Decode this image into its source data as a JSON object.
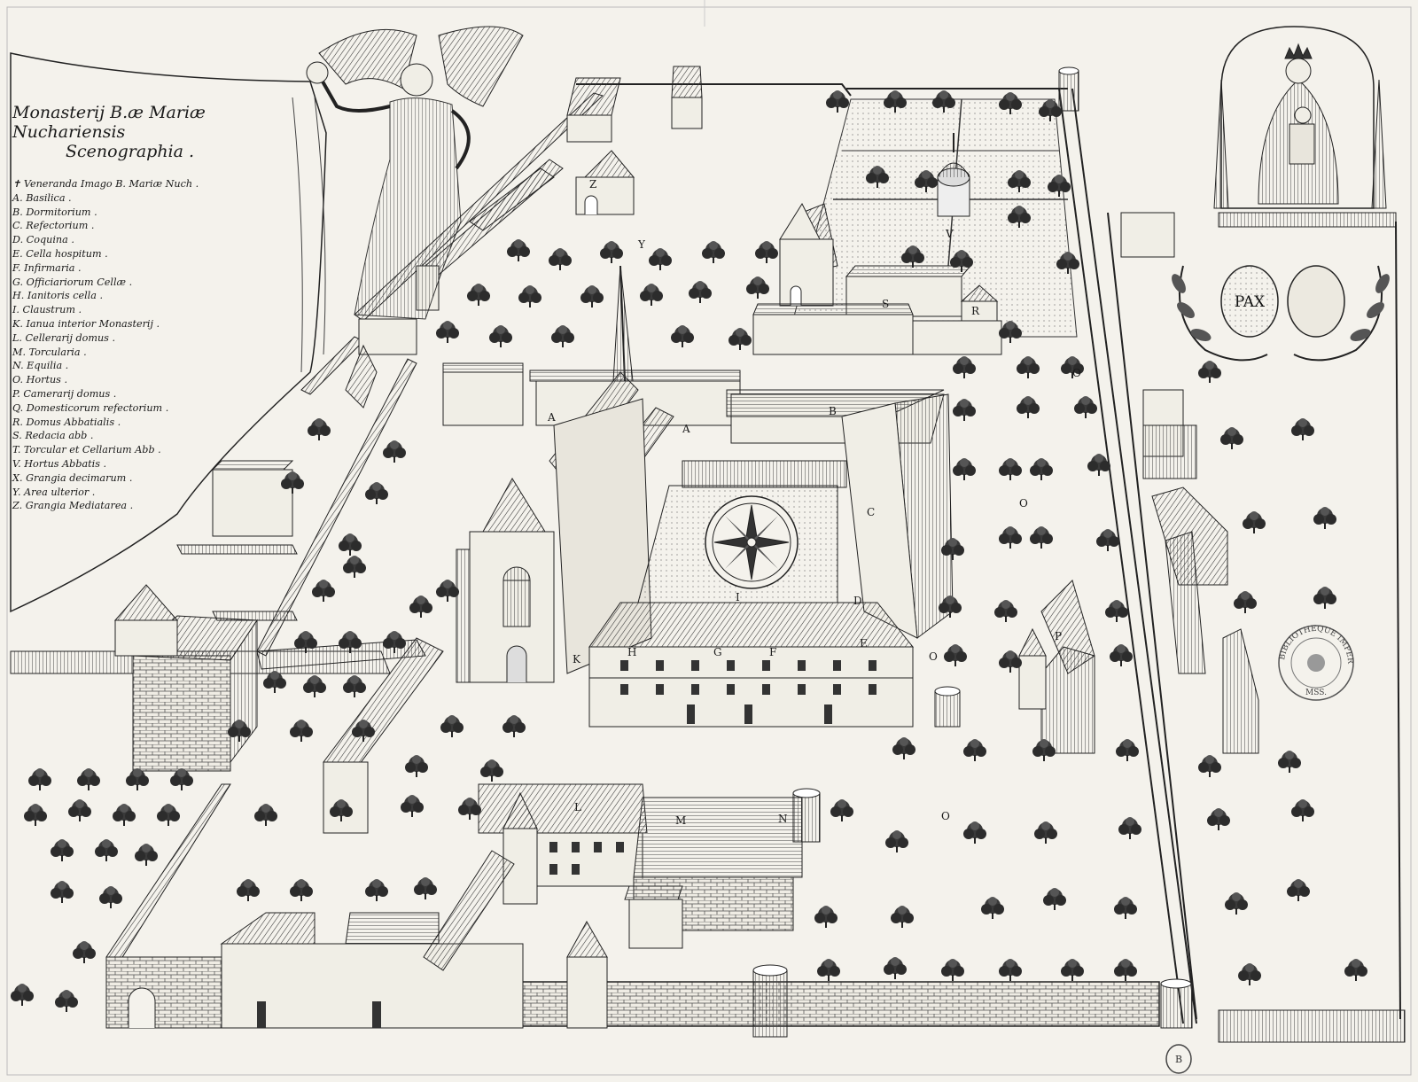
{
  "title": {
    "line1": "Monasterij B.æ Mariæ Nuchariensis",
    "line2": "Scenographia ."
  },
  "legend": [
    "✝ Veneranda Imago B. Mariæ Nuch .",
    "A. Basilica .",
    "B. Dormitorium .",
    "C. Refectorium .",
    "D. Coquina .",
    "E. Cella hospitum .",
    "F. Infirmaria .",
    "G. Officiariorum Cellæ .",
    "H. Ianitoris cella .",
    "I. Claustrum .",
    "K. Ianua interior Monasterij .",
    "L. Cellerarij domus .",
    "M. Torcularia .",
    "N. Equilia .",
    "O. Hortus .",
    "P. Camerarij domus .",
    "Q. Domesticorum refectorium .",
    "R. Domus Abbatialis .",
    "S. Redacia abb .",
    "T. Torcular et Cellarium Abb .",
    "V. Hortus Abbatis .",
    "X. Grangia decimarum .",
    "Y. Area ulterior .",
    "Z. Grangia Mediatarea ."
  ],
  "map_letters": [
    "A",
    "A",
    "B",
    "C",
    "D",
    "E",
    "F",
    "G",
    "H",
    "I",
    "K",
    "L",
    "M",
    "N",
    "O",
    "O",
    "O",
    "O",
    "P",
    "R",
    "S",
    "V",
    "Y",
    "Z"
  ],
  "emblem": {
    "text": "PAX"
  },
  "seal": {
    "text": "BIBLIOTHEQUE IMPERIALE",
    "sub": "MSS."
  },
  "small_stamp": {
    "text": "B"
  },
  "colors": {
    "paper": "#f4f2ec",
    "ink": "#1a1a1a",
    "hatch": "#555555"
  }
}
